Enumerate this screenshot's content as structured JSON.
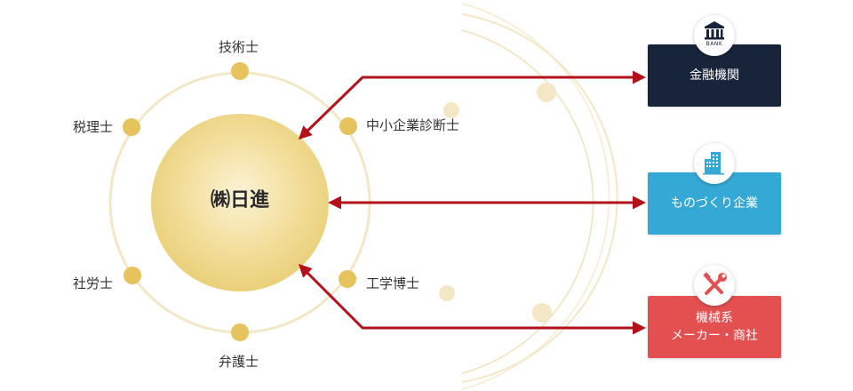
{
  "diagram": {
    "center": {
      "label": "㈱日進"
    },
    "professionals": [
      {
        "id": "engineer",
        "label": "技術士"
      },
      {
        "id": "tax",
        "label": "税理士"
      },
      {
        "id": "sme",
        "label": "中小企業診断士"
      },
      {
        "id": "labor",
        "label": "社労士"
      },
      {
        "id": "engineering-phd",
        "label": "工学博士"
      },
      {
        "id": "lawyer",
        "label": "弁護士"
      }
    ],
    "partners": [
      {
        "id": "bank",
        "label": "金融機関",
        "icon": "bank-icon",
        "icon_text": "BANK",
        "color": "#18243a"
      },
      {
        "id": "manufacturing",
        "label": "ものづくり企業",
        "icon": "building-icon",
        "color": "#34a9d6"
      },
      {
        "id": "machinery",
        "label_line1": "機械系",
        "label_line2": "メーカー・商社",
        "icon": "tools-icon",
        "color": "#e3504f"
      }
    ],
    "colors": {
      "arrow": "#b3121b",
      "node": "#e6c35c",
      "orbit": "#f3e7c6",
      "core": "#f1d98f"
    }
  }
}
